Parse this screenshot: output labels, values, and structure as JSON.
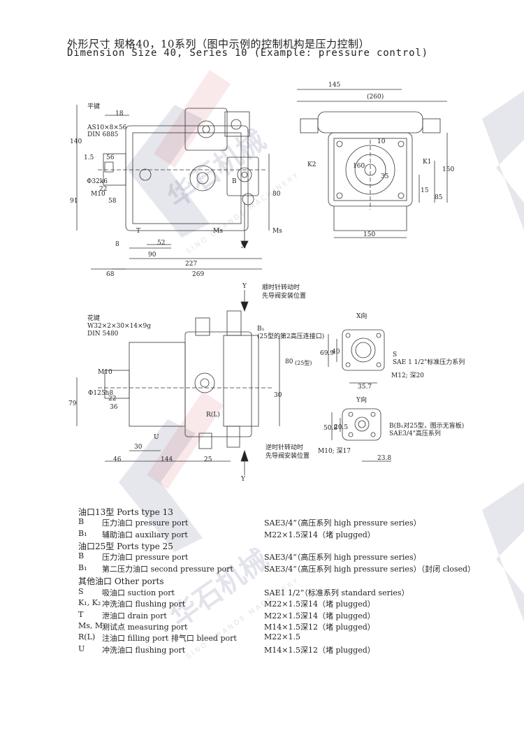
{
  "header": {
    "title_cn": "外形尺寸 规格40，10系列（图中示例的控制机构是压力控制）",
    "title_en": "Dimension Size 40, Series 10 (Example: pressure control)"
  },
  "watermark": {
    "cn": "华石机械",
    "en": "SINO GRANDE MACHINERY"
  },
  "drawing1": {
    "key_label": "平键",
    "key_spec1": "AS10×8×56",
    "key_spec2": "DIN 6885",
    "dims": [
      "140",
      "18",
      "1.5",
      "56",
      "Φ32k6",
      "M10",
      "22",
      "58",
      "91",
      "8",
      "52",
      "90",
      "227",
      "68",
      "269",
      "80",
      "X"
    ],
    "ports": [
      "B",
      "T",
      "Ms",
      "Ms"
    ]
  },
  "drawing2": {
    "dims": [
      "145",
      "(260)",
      "10",
      "160",
      "35",
      "15",
      "85",
      "150",
      "150"
    ],
    "ports": [
      "K2",
      "K1"
    ]
  },
  "drawing3": {
    "spline_label": "花键",
    "spline_spec1": "W32×2×30×14×9g",
    "spline_spec2": "DIN 5480",
    "y_label": "Y",
    "cw_note1": "顺时针转动时",
    "cw_note2": "先导阀安装位置",
    "ccw_note1": "逆时针转动时",
    "ccw_note2": "先导阀安装位置",
    "b1_label": "B₁",
    "b1_note": "(25型的第2高压连接口)",
    "dims": [
      "Φ125h8",
      "M10",
      "22",
      "36",
      "79",
      "30",
      "46",
      "144",
      "25",
      "80",
      "(25型)",
      "30"
    ],
    "ports": [
      "U",
      "R(L)"
    ]
  },
  "view_x": {
    "title": "X向",
    "dims": [
      "69.9",
      "40",
      "35.7"
    ],
    "s_label": "S",
    "s_note": "SAE 1 1/2\"标准压力系列",
    "bolt_note": "M12; 深20"
  },
  "view_y": {
    "title": "Y向",
    "dims": [
      "50.8",
      "20.5",
      "23.8"
    ],
    "b_label": "B(B₁对25型，图示无盲板)",
    "b_note": "SAE3/4\"高压系列",
    "bolt_note": "M10; 深17"
  },
  "ports13": {
    "heading": "油口13型 Ports type 13",
    "rows": [
      {
        "code": "B",
        "desc": "压力油口 pressure port",
        "spec": "SAE3/4”（高压系列 high pressure series）"
      },
      {
        "code": "B₁",
        "desc": "辅助油口 auxiliary port",
        "spec": "M22×1.5深14（堵 plugged）"
      }
    ]
  },
  "ports25": {
    "heading": "油口25型 Ports type 25",
    "rows": [
      {
        "code": "B",
        "desc": "压力油口 pressure port",
        "spec": "SAE3/4”（高压系列 high pressure series）"
      },
      {
        "code": "B₁",
        "desc": "第二压力油口 second pressure port",
        "spec": "SAE3/4”（高压系列 high pressure series）（封闭 closed）"
      }
    ]
  },
  "other_ports": {
    "heading": "其他油口 Other ports",
    "rows": [
      {
        "code": "S",
        "desc": "吸油口 suction port",
        "spec": "SAE1 1/2”（标准系列 standard series）"
      },
      {
        "code": "K₁, K₂",
        "desc": "冲洗油口 flushing port",
        "spec": "M22×1.5深14（堵 plugged）"
      },
      {
        "code": "T",
        "desc": "泄油口 drain port",
        "spec": "M22×1.5深14（堵 plugged）"
      },
      {
        "code": "Ms, M₁",
        "desc": "测试点 measuring port",
        "spec": "M14×1.5深12（堵 plugged）"
      },
      {
        "code": "R(L)",
        "desc": "注油口 filling port 排气口 bleed port",
        "spec": "M22×1.5"
      },
      {
        "code": "U",
        "desc": "冲洗油口 flushing port",
        "spec": "M14×1.5深12（堵 plugged）"
      }
    ]
  }
}
